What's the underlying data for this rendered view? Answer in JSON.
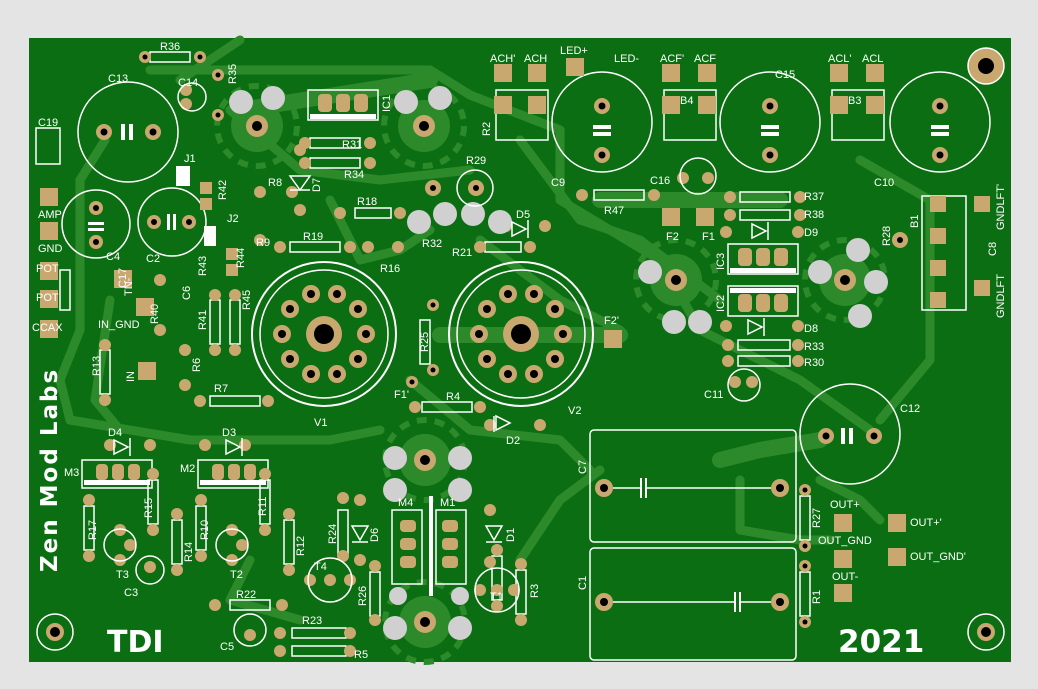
{
  "board": {
    "brand": "Zen Mod Labs",
    "project": "TDI",
    "year": "2021",
    "colors": {
      "background": "#e4e4e4",
      "board": "#0c6e12",
      "copper": "#2d8a2a",
      "pad": "#c9a870",
      "silk": "#ffffff",
      "hole": "#000000"
    }
  },
  "labels": {
    "R36": "R36",
    "C13": "C13",
    "C14": "C14",
    "R35": "R35",
    "C19": "C19",
    "J1": "J1",
    "R42": "R42",
    "J2": "J2",
    "AMP": "AMP",
    "GND": "GND",
    "C4": "C4",
    "C2": "C2",
    "R43": "R43",
    "R44": "R44",
    "C17": "C17",
    "POT1": "POT",
    "POT2": "POT",
    "CCAX": "CCAX",
    "TN": "TN-",
    "IN_GND": "IN_GND",
    "C6": "C6",
    "R40": "R40",
    "R41": "R41",
    "R45": "R45",
    "R13": "R13",
    "IN": "IN",
    "R6": "R6",
    "R7": "R7",
    "IC1": "IC1",
    "R31": "R31",
    "R34": "R34",
    "D7": "D7",
    "R8": "R8",
    "R9": "R9",
    "R18": "R18",
    "R19": "R19",
    "R32": "R32",
    "R16": "R16",
    "R29": "R29",
    "D5": "D5",
    "R21": "R21",
    "ACH1": "ACH'",
    "ACH": "ACH",
    "LEDP": "LED+",
    "LEDM": "LED-",
    "ACF1": "ACF'",
    "ACF": "ACF",
    "C15": "C15",
    "ACL1": "ACL'",
    "ACL": "ACL",
    "B4": "B4",
    "B3": "B3",
    "R2": "R2",
    "C9": "C9",
    "C16": "C16",
    "R47": "R47",
    "C10": "C10",
    "R37": "R37",
    "R38": "R38",
    "D9": "D9",
    "F2": "F2",
    "F1": "F1",
    "IC3": "IC3",
    "IC2": "IC2",
    "R28": "R28",
    "B1": "B1",
    "GNDLFT1": "GNDLFT'",
    "GNDLFT": "GNDLFT",
    "C8": "C8",
    "D8": "D8",
    "R33": "R33",
    "R30": "R30",
    "C11": "C11",
    "C12": "C12",
    "F2b": "F2'",
    "F1b": "F1'",
    "R25": "R25",
    "V1": "V1",
    "V2": "V2",
    "R4": "R4",
    "D2": "D2",
    "C7": "C7",
    "C1": "C1",
    "D4": "D4",
    "D3": "D3",
    "M3": "M3",
    "M2": "M2",
    "R15": "R15",
    "R11": "R11",
    "R17": "R17",
    "R14": "R14",
    "R10": "R10",
    "R12": "R12",
    "T3": "T3",
    "T2": "T2",
    "C3": "C3",
    "R22": "R22",
    "C5": "C5",
    "R23": "R23",
    "R5": "R5",
    "R24": "R24",
    "D6": "D6",
    "T4": "T4",
    "R26": "R26",
    "M4": "M4",
    "M1": "M1",
    "D1": "D1",
    "R3": "R3",
    "T1": "T1",
    "R27": "R27",
    "OUTP": "OUT+",
    "OUTP1": "OUT+'",
    "OUTGND": "OUT_GND",
    "OUTGND1": "OUT_GND'",
    "OUTM": "OUT-",
    "R1": "R1"
  }
}
